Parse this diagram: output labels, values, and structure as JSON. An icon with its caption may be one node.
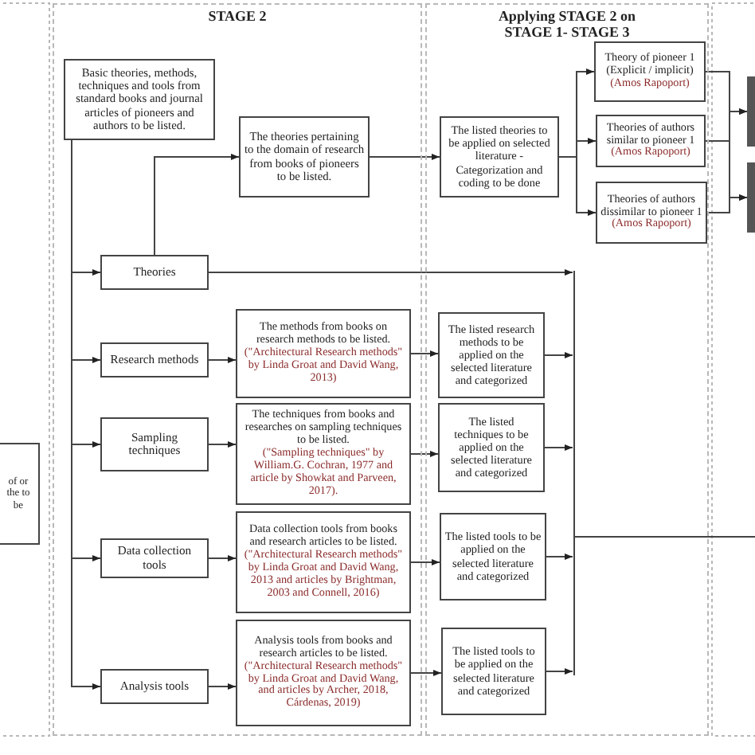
{
  "diagram": {
    "nodes": [
      {
        "text": [
          "STAGE 2"
        ]
      },
      {
        "text": [
          "Applying STAGE 2 on STAGE 1- STAGE 3"
        ]
      },
      {
        "text": [
          "of or the to be"
        ]
      },
      {
        "text": [
          "Basic theories, methods, techniques and tools from standard books and journal articles of pioneers and authors to be listed."
        ],
        "in": 0
      },
      {
        "text": [
          "The theories pertaining to the domain of research from books of pioneers to be listed."
        ],
        "in": 0
      },
      {
        "text": [
          "Theories"
        ],
        "in": 0
      },
      {
        "text": [
          "Research methods"
        ],
        "in": 0
      },
      {
        "text": [
          "The methods from books on research methods to be listed.",
          "(\"Architectural Research methods\" by Linda Groat and David Wang, 2013)"
        ],
        "in": 0
      },
      {
        "text": [
          "Sampling techniques"
        ],
        "in": 0
      },
      {
        "text": [
          "The techniques from books and researches on sampling techniques to be listed.",
          "(\"Sampling techniques\" by William.G. Cochran, 1977 and article by Showkat and Parveen, 2017)."
        ],
        "in": 0
      },
      {
        "text": [
          "Data collection tools"
        ],
        "in": 0
      },
      {
        "text": [
          "Data collection tools from books and research articles to be listed.",
          "(\"Architectural Research methods\" by Linda Groat and David Wang, 2013 and articles by Brightman, 2003 and Connell, 2016)"
        ],
        "in": 0
      },
      {
        "text": [
          "Analysis tools"
        ],
        "in": 0
      },
      {
        "text": [
          "Analysis tools from books and research articles to be listed.",
          "(\"Architectural Research methods\" by Linda Groat and David Wang, and articles by Archer, 2018, Cárdenas, 2019)"
        ],
        "in": 0
      },
      {
        "text": [
          "The listed theories to be applied on selected literature - Categorization and coding to be done"
        ],
        "in": 1
      },
      {
        "text": [
          "Theory of pioneer 1 (Explicit / implicit)",
          "(Amos Rapoport)"
        ],
        "in": 1
      },
      {
        "text": [
          "Theories of authors similar to pioneer 1",
          "(Amos Rapoport)"
        ],
        "in": 1
      },
      {
        "text": [
          "Theories of authors dissimilar to pioneer 1",
          "(Amos Rapoport)"
        ],
        "in": 1
      },
      {
        "text": [
          "The listed research methods to be applied on the selected literature and categorized"
        ],
        "in": 1
      },
      {
        "text": [
          "The listed techniques to be applied on the selected literature and categorized"
        ],
        "in": 1
      },
      {
        "text": [
          "The listed tools to be applied on the selected literature and categorized"
        ],
        "in": 1
      },
      {
        "text": [
          "The listed tools to be applied on the selected literature and categorized"
        ],
        "in": 1
      },
      {
        "text": [],
        "shape": "bar"
      },
      {
        "text": [],
        "shape": "bar"
      },
      {
        "text": [],
        "shape": "line",
        "in": 1
      }
    ],
    "edges": [
      {
        "from": 3,
        "to": 5,
        "arrow": "to"
      },
      {
        "from": 3,
        "to": 6,
        "arrow": "to"
      },
      {
        "from": 3,
        "to": 8,
        "arrow": "to"
      },
      {
        "from": 3,
        "to": 10,
        "arrow": "to"
      },
      {
        "from": 3,
        "to": 12,
        "arrow": "to"
      },
      {
        "from": 5,
        "to": 4,
        "arrow": "to"
      },
      {
        "from": 4,
        "to": 14,
        "arrow": "to"
      },
      {
        "from": 14,
        "to": 15,
        "arrow": "to"
      },
      {
        "from": 14,
        "to": 16,
        "arrow": "to"
      },
      {
        "from": 14,
        "to": 17,
        "arrow": "to"
      },
      {
        "from": 15,
        "to": 22,
        "arrow": "to"
      },
      {
        "from": 16,
        "to": 22,
        "arrow": "to"
      },
      {
        "from": 16,
        "to": 23,
        "arrow": "to"
      },
      {
        "from": 17,
        "to": 23,
        "arrow": "to"
      },
      {
        "from": 6,
        "to": 7,
        "arrow": "to"
      },
      {
        "from": 8,
        "to": 9,
        "arrow": "to"
      },
      {
        "from": 10,
        "to": 11,
        "arrow": "to"
      },
      {
        "from": 12,
        "to": 13,
        "arrow": "to"
      },
      {
        "from": 7,
        "to": 18,
        "arrow": "to"
      },
      {
        "from": 9,
        "to": 19,
        "arrow": "to"
      },
      {
        "from": 11,
        "to": 20,
        "arrow": "to"
      },
      {
        "from": 13,
        "to": 21,
        "arrow": "to"
      },
      {
        "from": 5,
        "to": 24,
        "arrow": "to"
      },
      {
        "from": 18,
        "to": 24,
        "arrow": "to"
      },
      {
        "from": 19,
        "to": 24,
        "arrow": "to"
      },
      {
        "from": 20,
        "to": 24,
        "arrow": "to"
      },
      {
        "from": 21,
        "to": 24,
        "arrow": "to"
      },
      {
        "from": 24,
        "to": null,
        "arrow": "none"
      }
    ]
  }
}
